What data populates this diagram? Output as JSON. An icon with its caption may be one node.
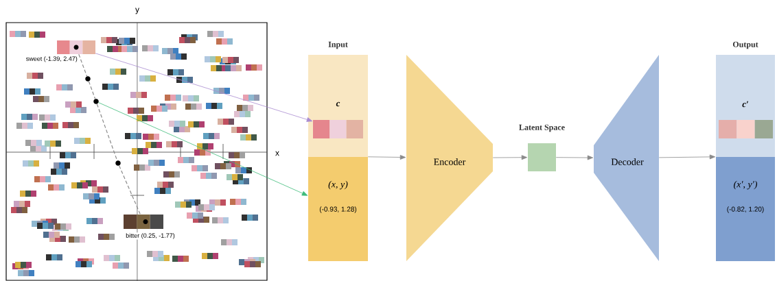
{
  "diagram": {
    "nodes": [
      {
        "text": [],
        "shape": "bar",
        "beside": [
          "sweet (-1.39, 2.47)"
        ]
      },
      {
        "text": [],
        "shape": "circle"
      },
      {
        "text": [],
        "shape": "circle"
      },
      {
        "text": [],
        "shape": "circle"
      },
      {
        "text": [],
        "shape": "bar",
        "beside": [
          "bitter (0.25,  -1.77)"
        ]
      },
      {
        "text": [
          "Input",
          "c"
        ]
      },
      {
        "text": [],
        "shape": "bar",
        "in": 5
      },
      {
        "text": [
          "(x, y)",
          "(-0.93, 1.28)"
        ]
      },
      {
        "text": [
          "Encoder"
        ]
      },
      {
        "text": [
          "Latent Space"
        ]
      },
      {
        "text": [
          "Decoder"
        ]
      },
      {
        "text": [
          "Output",
          "c′"
        ]
      },
      {
        "text": [],
        "shape": "bar",
        "in": 11
      },
      {
        "text": [
          "(x′, y′)",
          "(-0.82, 1.20)"
        ]
      }
    ],
    "edges": [
      {
        "from": 0,
        "to": 1,
        "arrow": "none",
        "style": "dashed"
      },
      {
        "from": 1,
        "to": 2,
        "arrow": "none",
        "style": "dashed"
      },
      {
        "from": 2,
        "to": 3,
        "arrow": "none",
        "style": "dashed"
      },
      {
        "from": 3,
        "to": 4,
        "arrow": "none",
        "style": "dashed"
      },
      {
        "from": 0,
        "to": 6,
        "arrow": "to",
        "color": "#a98bd0"
      },
      {
        "from": 2,
        "to": 7,
        "arrow": "to",
        "color": "#3dbb7a"
      },
      {
        "from": 7,
        "to": 8,
        "arrow": "to"
      },
      {
        "from": 8,
        "to": 9,
        "arrow": "to"
      },
      {
        "from": 9,
        "to": 10,
        "arrow": "to"
      },
      {
        "from": 10,
        "to": 13,
        "arrow": "to"
      }
    ],
    "labels": [
      "y",
      "x"
    ]
  }
}
